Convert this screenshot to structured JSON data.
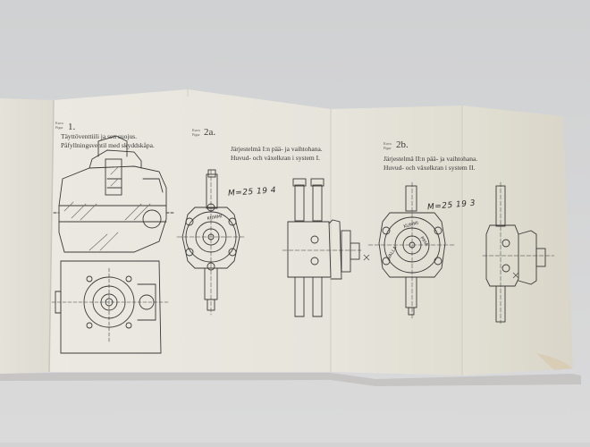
{
  "figure1": {
    "small_label": "Kuva\nFigur",
    "number": "1.",
    "caption_line1": "Täyttöventtiili ja sen suojus.",
    "caption_line2": "Påfyllningsventil med skyddskåpa."
  },
  "figure2a": {
    "small_label": "Kuva\nFigur",
    "number": "2a.",
    "caption_line1": "Järjestelmä I:n pää- ja vaihtohana.",
    "caption_line2": "Huvud- och växelkran i system I.",
    "handwritten": "M=25 19 4"
  },
  "figure2b": {
    "small_label": "Kuva\nFigur",
    "number": "2b.",
    "caption_line1": "Järjestelmä II:n pää- ja vaihtohana.",
    "caption_line2": "Huvud- och växelkran i system II.",
    "handwritten": "M=25 19 3"
  },
  "colors": {
    "background": "#d3d3d4",
    "paper": "#e9e7df",
    "ink": "#3a3836"
  }
}
